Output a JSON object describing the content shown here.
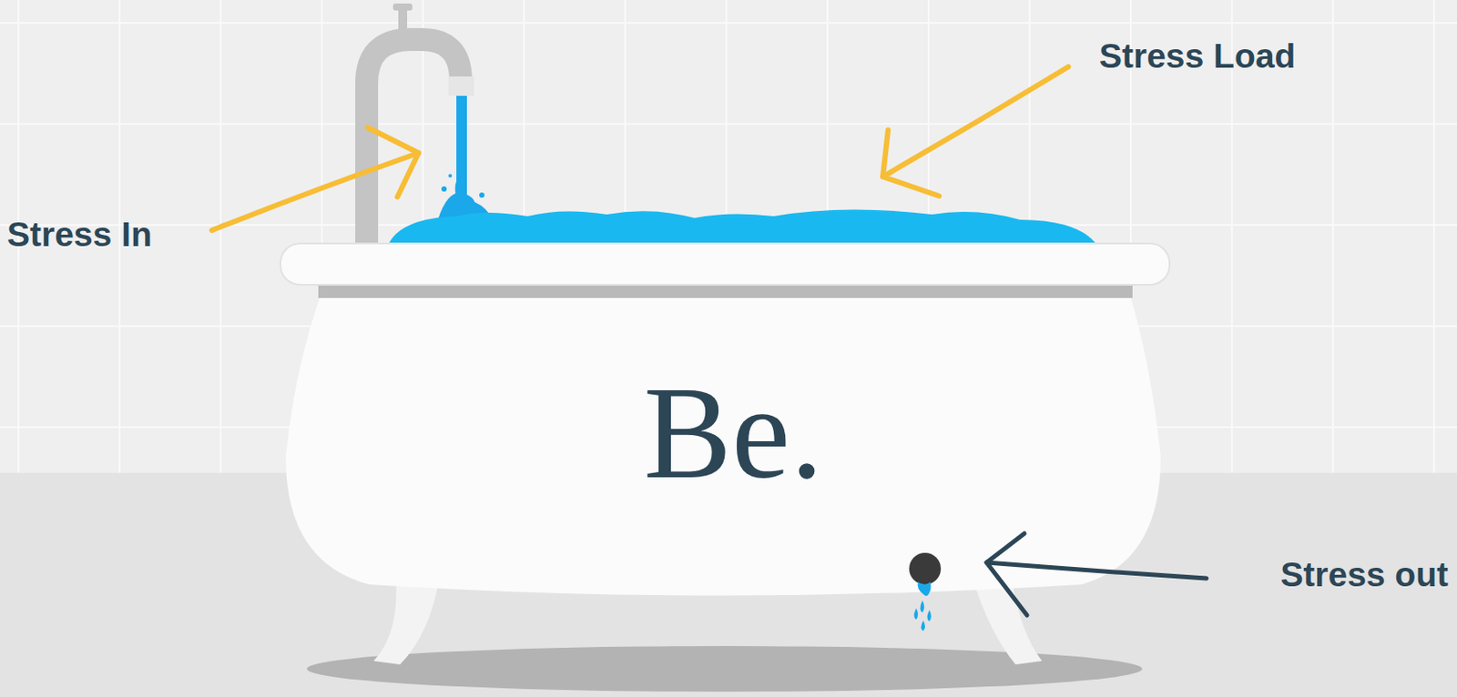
{
  "diagram": {
    "labels": [
      "Stress Load",
      "Stress In",
      "Be.",
      "Stress out"
    ]
  }
}
